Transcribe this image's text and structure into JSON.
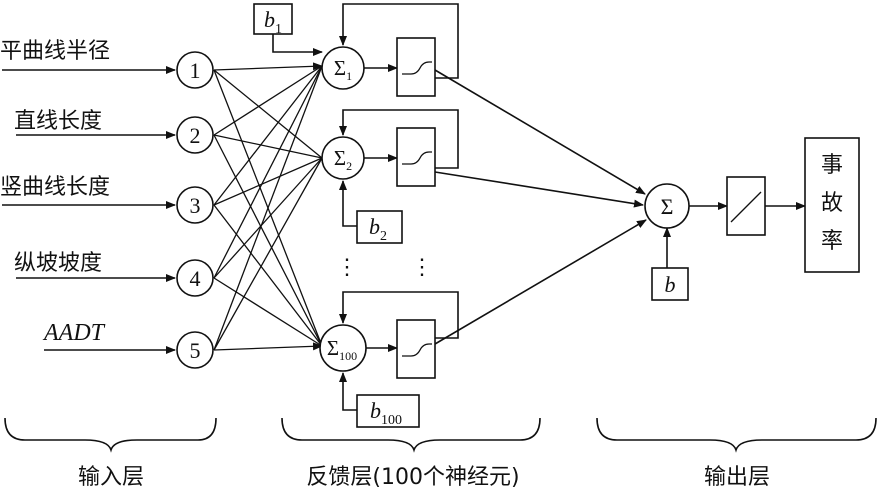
{
  "inputs": [
    {
      "label": "平曲线半径",
      "node": "1"
    },
    {
      "label": "直线长度",
      "node": "2"
    },
    {
      "label": "竖曲线长度",
      "node": "3"
    },
    {
      "label": "纵坡坡度",
      "node": "4"
    },
    {
      "label": "AADT",
      "node": "5"
    }
  ],
  "hidden": [
    {
      "sum_symbol": "Σ",
      "sum_sub": "1",
      "bias": "b",
      "bias_sub": "1"
    },
    {
      "sum_symbol": "Σ",
      "sum_sub": "2",
      "bias": "b",
      "bias_sub": "2"
    },
    {
      "sum_symbol": "Σ",
      "sum_sub": "100",
      "bias": "b",
      "bias_sub": "100"
    }
  ],
  "ellipsis": "⋮",
  "output": {
    "sum_symbol": "Σ",
    "bias": "b",
    "result": [
      "事",
      "故",
      "率"
    ]
  },
  "layers": {
    "input": "输入层",
    "hidden": "反馈层(100个神经元)",
    "output": "输出层"
  }
}
